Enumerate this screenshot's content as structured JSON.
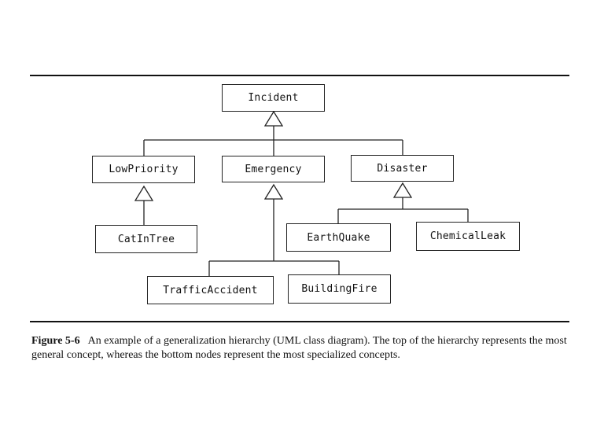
{
  "diagram": {
    "classes": {
      "incident": "Incident",
      "low_priority": "LowPriority",
      "emergency": "Emergency",
      "disaster": "Disaster",
      "cat_in_tree": "CatInTree",
      "earthquake": "EarthQuake",
      "chemical_leak": "ChemicalLeak",
      "traffic_accident": "TrafficAccident",
      "building_fire": "BuildingFire"
    }
  },
  "caption": {
    "label": "Figure 5-6",
    "text": "An example of a generalization hierarchy (UML class diagram). The top of the hierarchy represents the most general concept, whereas the bottom nodes represent the most specialized concepts."
  }
}
